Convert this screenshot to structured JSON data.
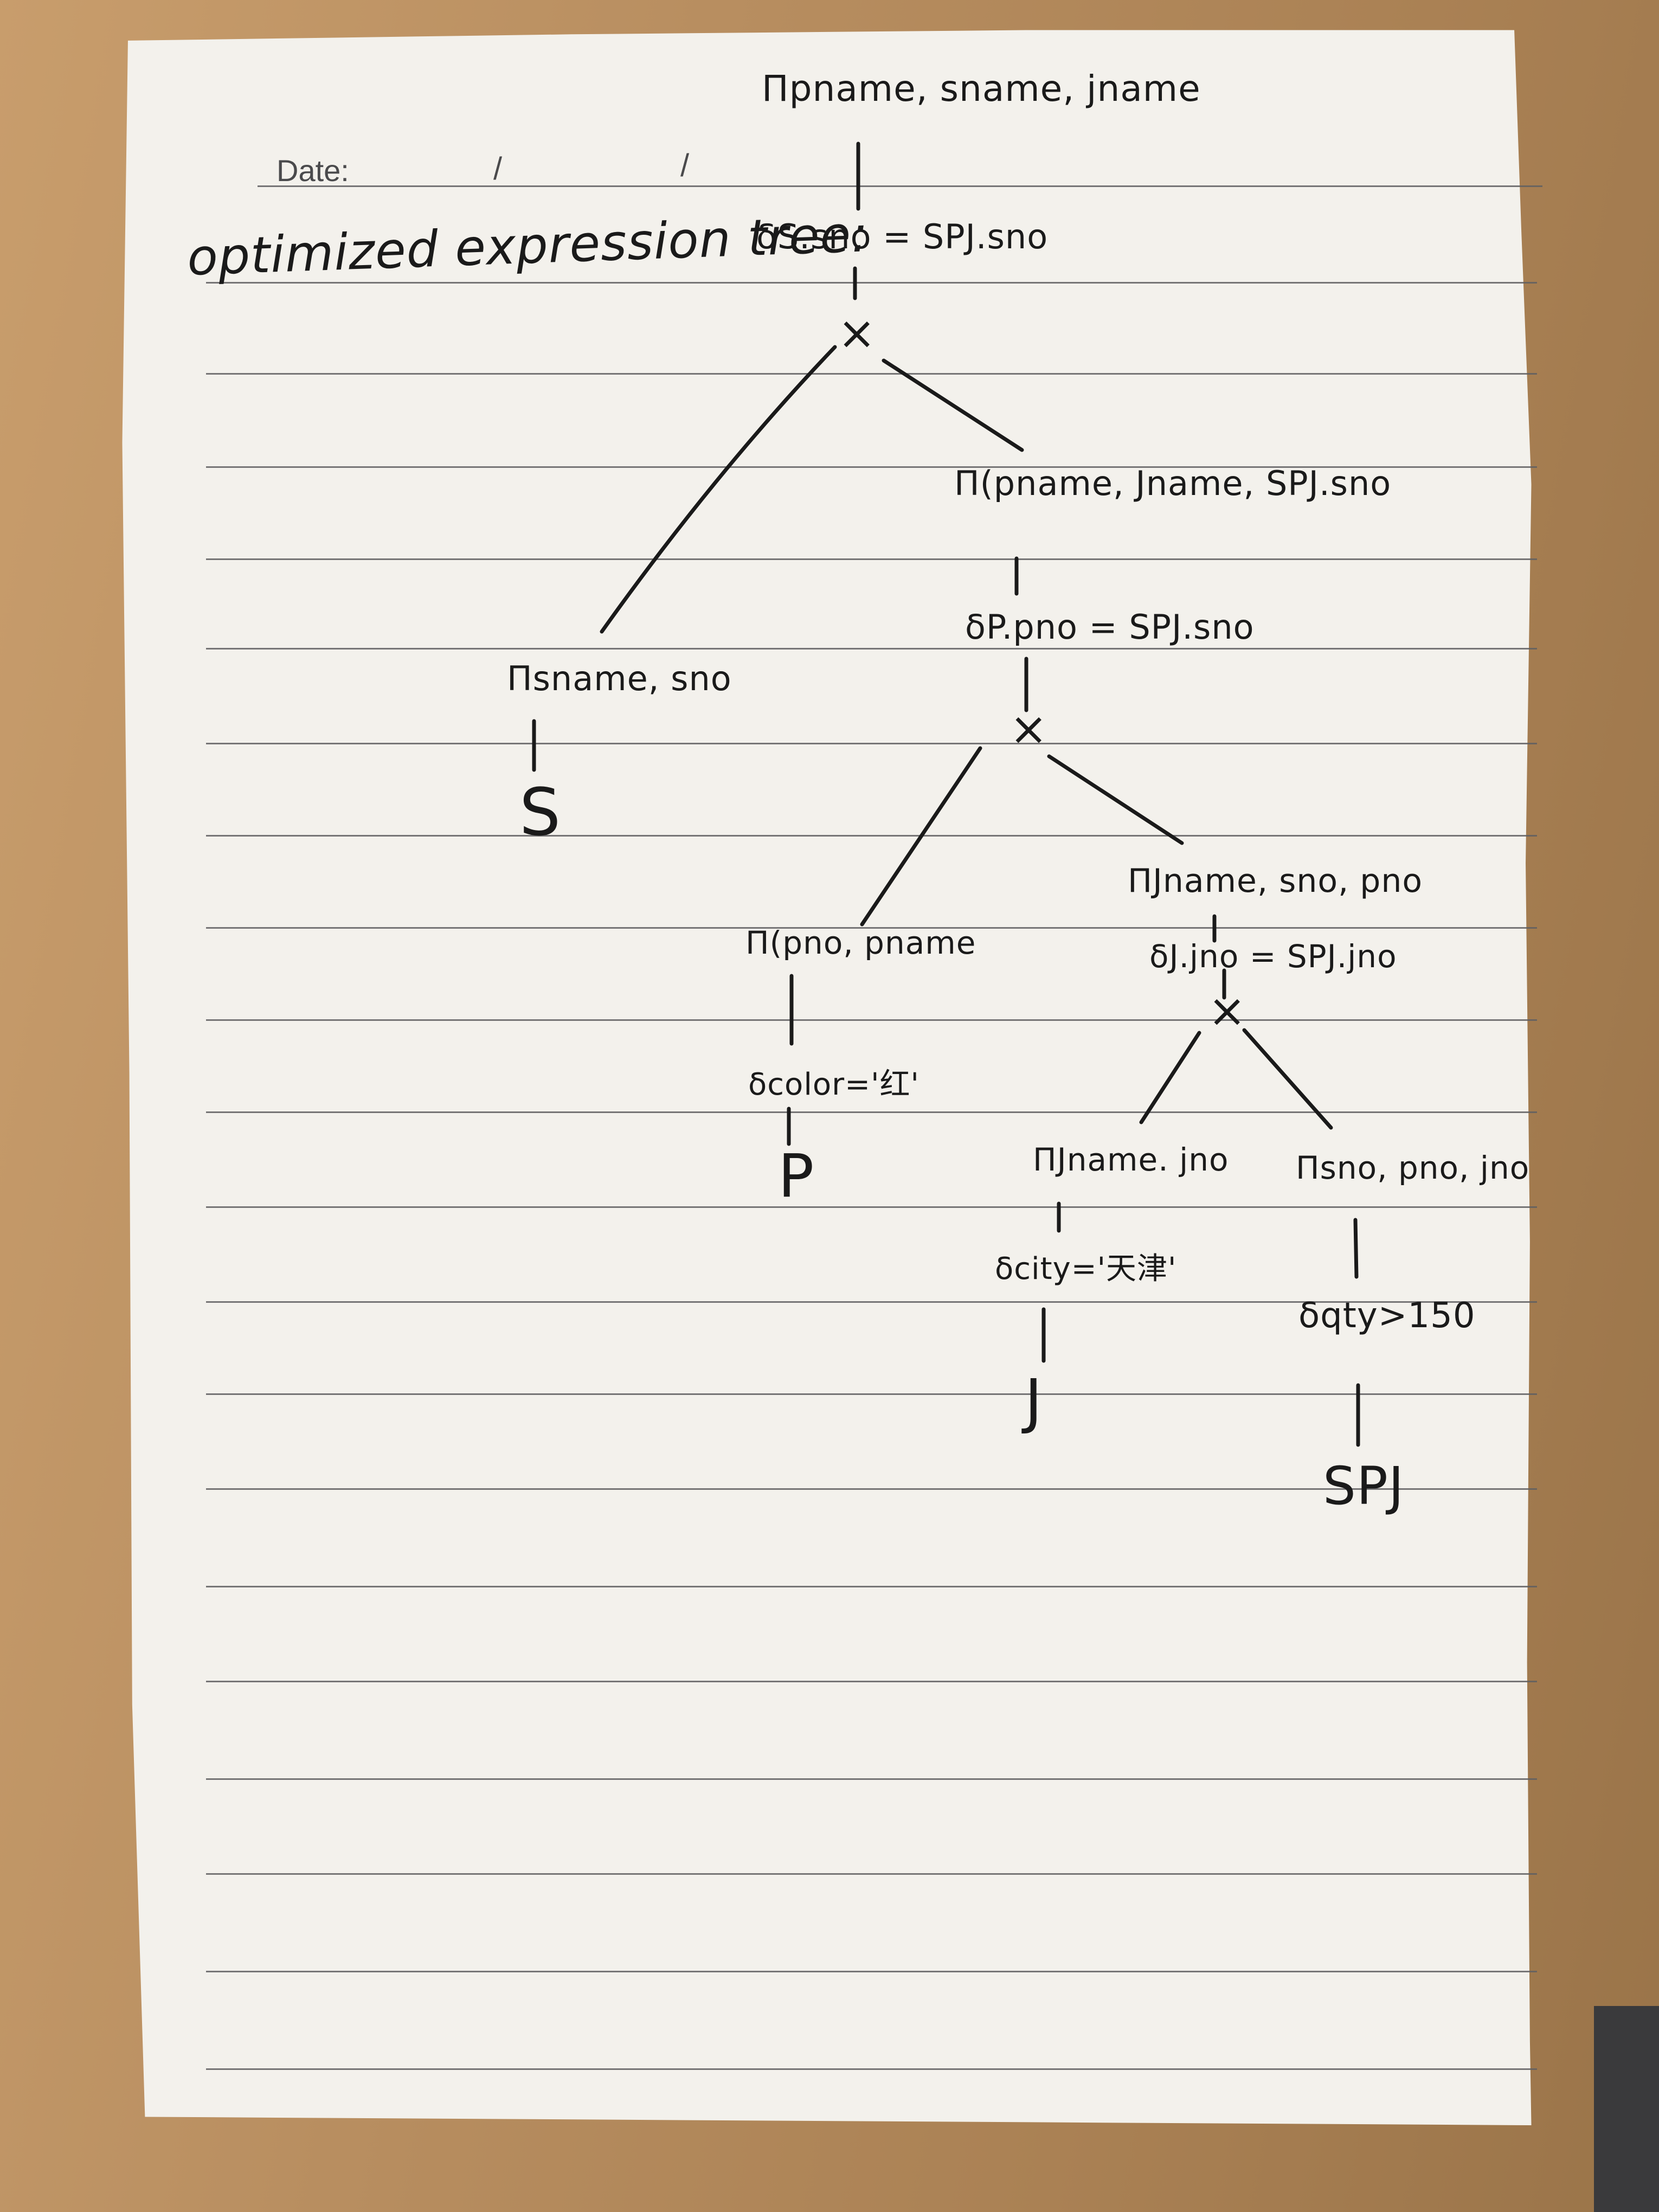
{
  "header": {
    "date_label": "Date:",
    "date_sep_1": "/",
    "date_sep_2": "/"
  },
  "title": "optimized expression tree:",
  "nodes": {
    "root_projection": "Πpname, sname, jname",
    "root_selection": "δS.sno = SPJ.sno",
    "root_join": "×",
    "left_projection": "Πsname, sno",
    "left_relation": "S",
    "mid_projection": "Π(pname, Jname, SPJ.sno",
    "mid_selection": "δP.pno = SPJ.sno",
    "mid_join": "×",
    "p_projection": "Π(pno, pname",
    "p_selection": "δcolor='红'",
    "p_relation": "P",
    "jr_projection": "ΠJname, sno, pno",
    "jr_selection": "δJ.jno = SPJ.jno",
    "jr_join": "×",
    "j_projection": "ΠJname. jno",
    "j_selection": "δcity='天津'",
    "j_relation": "J",
    "spj_projection": "Πsno, pno, jno",
    "spj_selection": "δqty>150",
    "spj_relation": "SPJ"
  },
  "colors": {
    "paper": "#f3f1ec",
    "ink": "#1a1a1a",
    "rule_line": "#5f5f62",
    "desk": "#b88f62"
  }
}
